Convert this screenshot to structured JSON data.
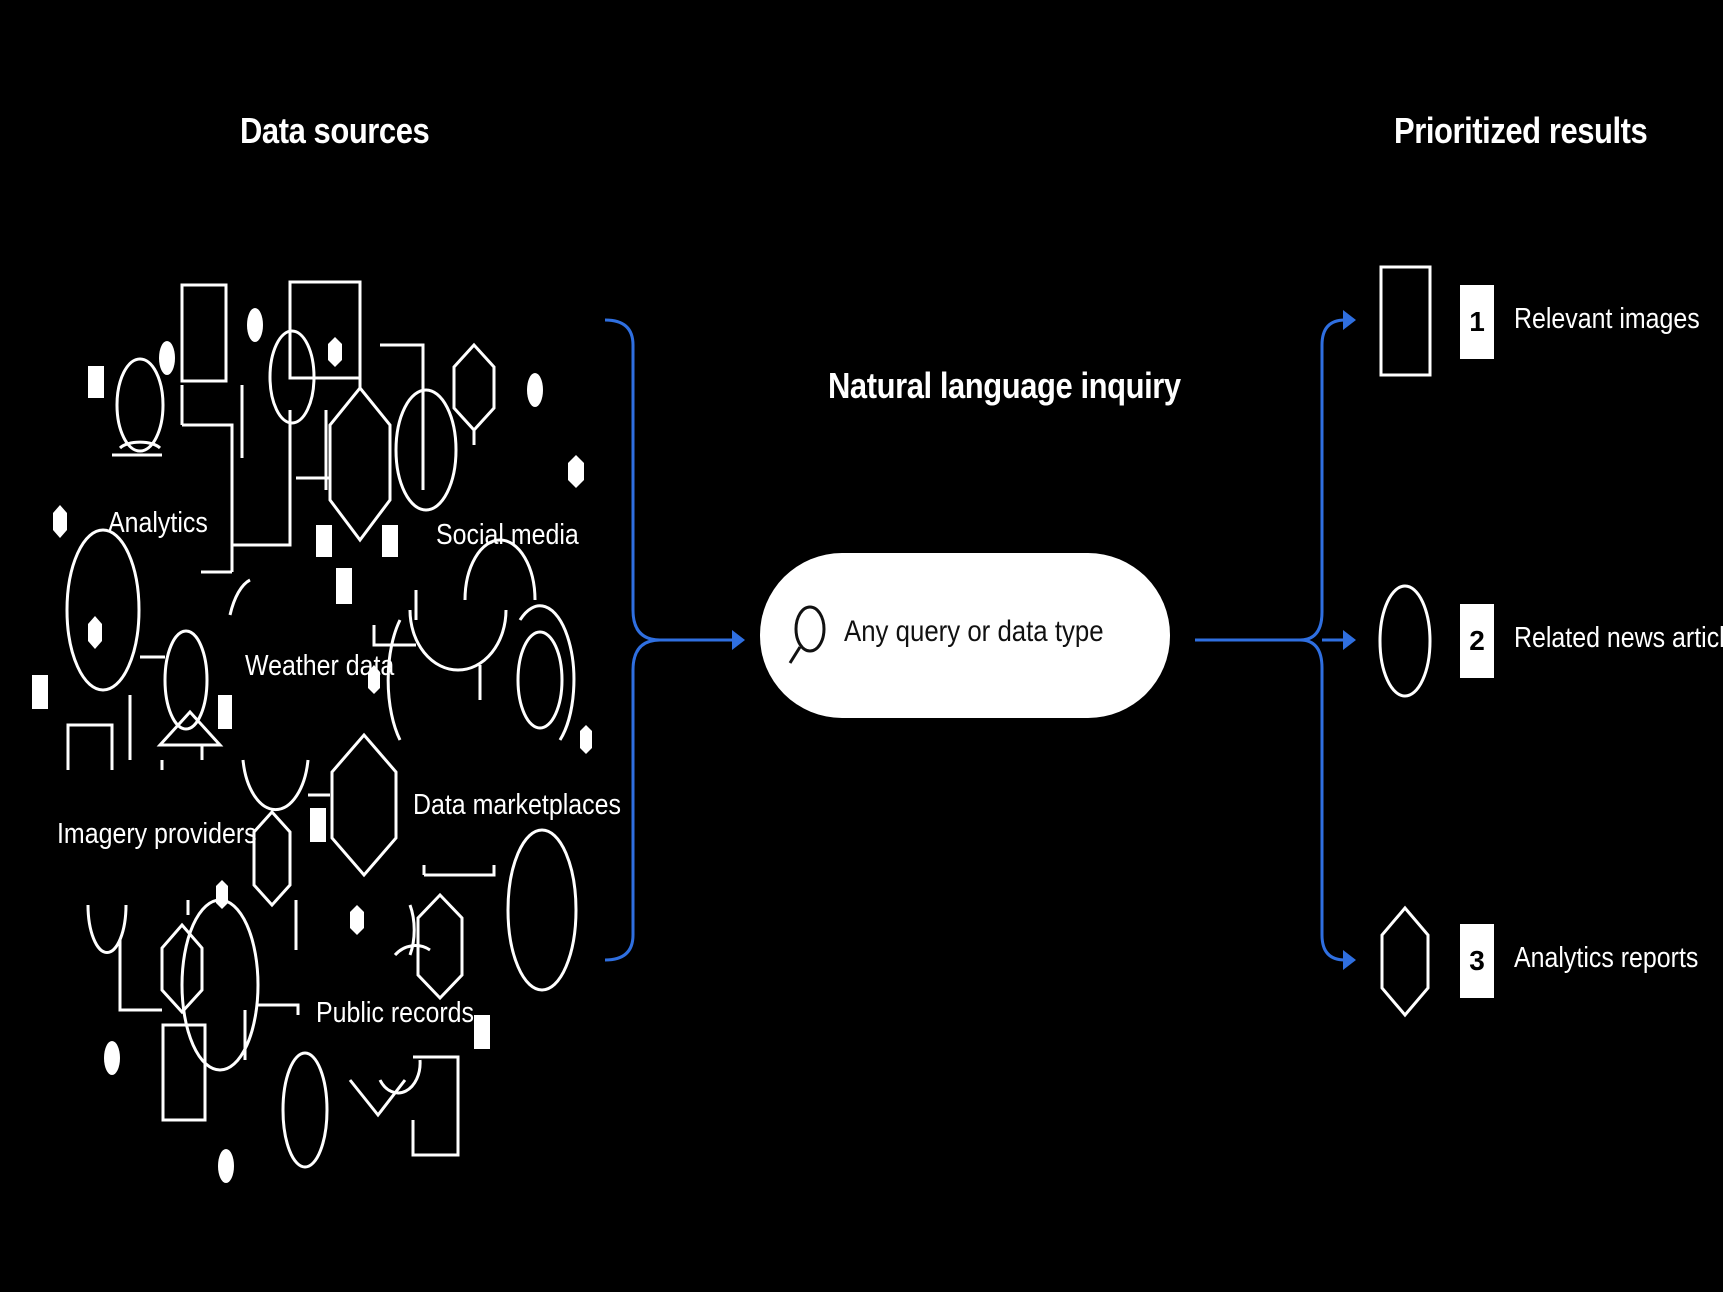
{
  "headings": {
    "data_sources": "Data sources",
    "natural_language_inquiry": "Natural language inquiry",
    "prioritized_results": "Prioritized results"
  },
  "data_sources": {
    "analytics": "Analytics",
    "social_media": "Social media",
    "weather_data": "Weather data",
    "data_marketplaces": "Data marketplaces",
    "imagery_providers": "Imagery providers",
    "public_records": "Public records"
  },
  "search": {
    "placeholder": "Any query or data type",
    "icon": "search-icon"
  },
  "results": [
    {
      "number": "1",
      "label": "Relevant images",
      "icon": "square-icon"
    },
    {
      "number": "2",
      "label": "Related news articles",
      "icon": "circle-icon"
    },
    {
      "number": "3",
      "label": "Analytics reports",
      "icon": "hexagon-icon"
    }
  ],
  "colors": {
    "background": "#000000",
    "foreground": "#ffffff",
    "accent_arrow": "#2f6fe0"
  }
}
